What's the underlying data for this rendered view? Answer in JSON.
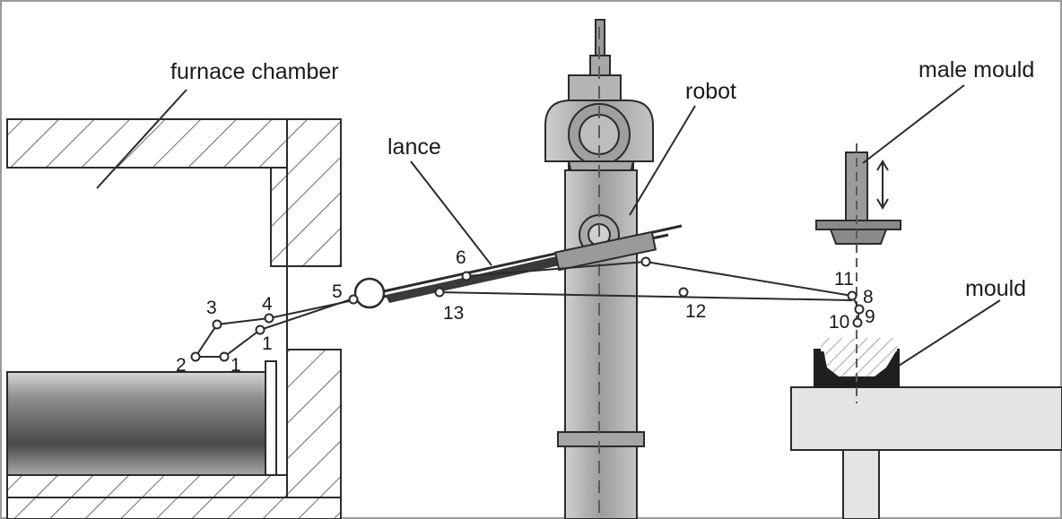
{
  "labels": {
    "furnace_chamber": "furnace chamber",
    "lance": "lance",
    "robot": "robot",
    "male_mould": "male mould",
    "mould": "mould"
  },
  "points": {
    "p1": "1",
    "p2": "2",
    "p3": "3",
    "p4": "4",
    "p5": "5",
    "p6": "6",
    "p8": "8",
    "p9": "9",
    "p10": "10",
    "p11": "11",
    "p12": "12",
    "p13": "13"
  },
  "colors": {
    "line": "#2b2b2b",
    "hatch": "#6a6a6a",
    "robot_fill": "#b9b9b9",
    "robot_dark": "#8c8c8c",
    "mould_fill": "#1f1f1f",
    "table_fill": "#e4e4e4"
  }
}
